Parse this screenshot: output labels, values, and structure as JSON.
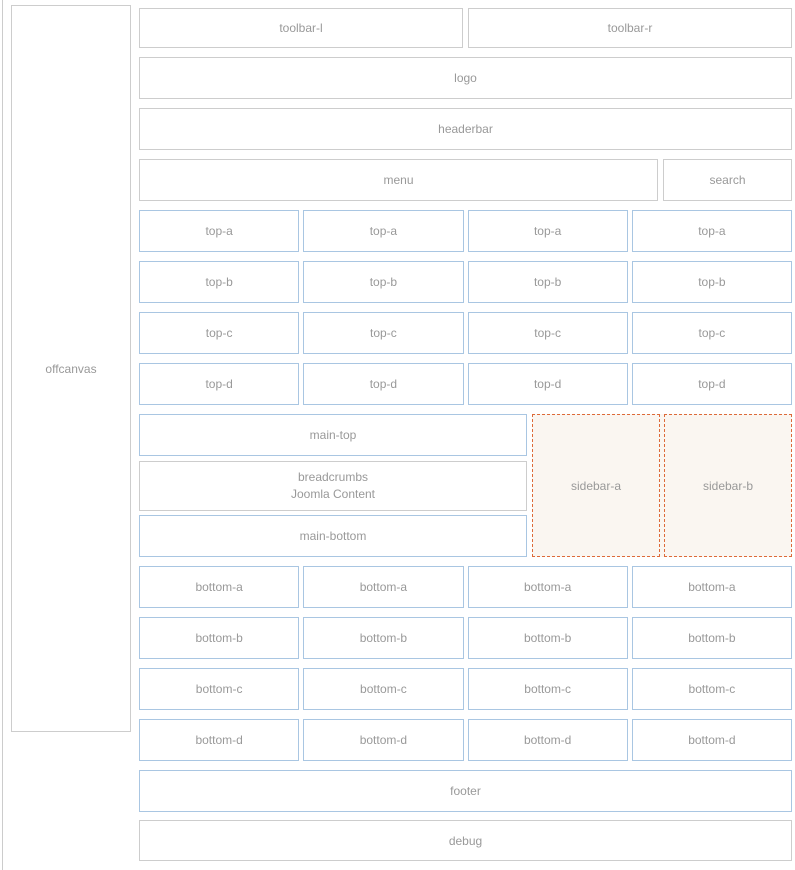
{
  "colors": {
    "module_border_gray": "#cdcdcd",
    "module_border_blue": "#a9c6e2",
    "sidebar_border_orange": "#dd6a39",
    "sidebar_background": "#faf6f1",
    "label_text": "#999999",
    "page_background": "#ffffff"
  },
  "positions": {
    "offcanvas": "offcanvas",
    "toolbar_l": "toolbar-l",
    "toolbar_r": "toolbar-r",
    "logo": "logo",
    "headerbar": "headerbar",
    "menu": "menu",
    "search": "search",
    "top_a": "top-a",
    "top_b": "top-b",
    "top_c": "top-c",
    "top_d": "top-d",
    "main_top": "main-top",
    "breadcrumbs_line1": "breadcrumbs",
    "breadcrumbs_line2": "Joomla Content",
    "main_bottom": "main-bottom",
    "sidebar_a": "sidebar-a",
    "sidebar_b": "sidebar-b",
    "bottom_a": "bottom-a",
    "bottom_b": "bottom-b",
    "bottom_c": "bottom-c",
    "bottom_d": "bottom-d",
    "footer": "footer",
    "debug": "debug"
  }
}
